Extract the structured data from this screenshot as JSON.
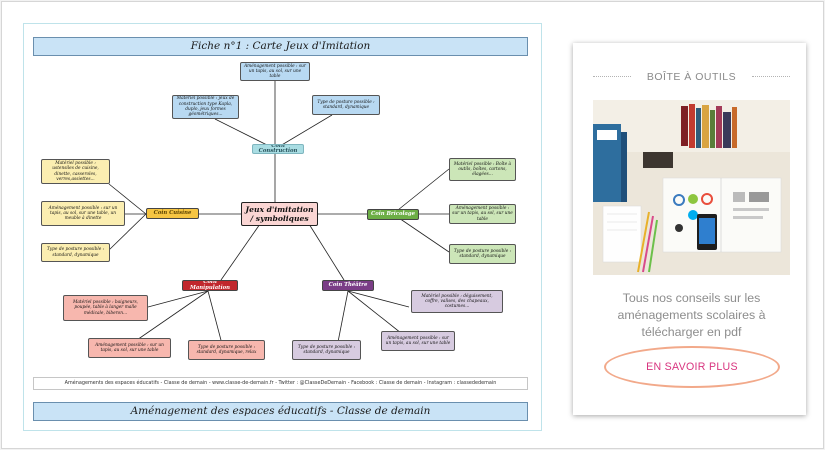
{
  "sheet": {
    "title": "Fiche n°1 : Carte Jeux d'Imitation",
    "center": "Jeux d'imitation / symboliques",
    "hubs": {
      "construction": "Coin Construction",
      "cuisine": "Coin Cuisine",
      "bricolage": "Coin Bricolage",
      "manipulation": "Coin Manipulation",
      "theatre": "Coin Théâtre"
    },
    "nodes": {
      "c1": "Aménagement possible : sur un tapis, au sol, sur une table",
      "c2": "Matériel possible : jeux de construction type Kapla, duplo, jeux formes géométriques...",
      "c3": "Type de posture possible : standard, dynamique",
      "k1": "Matériel possible : ustensiles de cuisine, dinette, casseroles, verres,assiettes...",
      "k2": "Aménagement possible : sur un tapis, au sol, sur une table, un meuble à dinette",
      "k3": "Type de posture possible : standard, dynamique",
      "b1": "Matériel possible : Boîte à outils, boîtes, cartons, élagées...",
      "b2": "Aménagement possible : sur un tapis, au sol, sur une table",
      "b3": "Type de posture possible : standard, dynamique",
      "m1": "Matériel possible : baigneurs, poupée, table à langer malle médicale, biberon...",
      "m2": "Aménagement possible : sur un tapis, au sol, sur une table",
      "m3": "Type de posture possible : standard, dynamique, relax",
      "t1": "Matériel possible : déguisement, coffre, valises, des chapeaux, costumes...",
      "t2": "Aménagement possible : sur un tapis, au sol, sur une table",
      "t3": "Type de posture possible : standard, dynamique"
    },
    "footer": "Aménagements des espaces éducatifs - Classe de demain - www.classe-de-demain.fr - Twitter : @ClasseDeDemain - Facebook : Classe de demain - Instagram : classededemain",
    "bottom_title": "Aménagement des espaces éducatifs - Classe de demain"
  },
  "colors": {
    "construction": "#a9dde3",
    "cuisine": "#f6c542",
    "bricolage": "#6cae45",
    "manipulation": "#c1272d",
    "theatre": "#7a3d86",
    "blue_box": "#b8d9f2",
    "yellow_box": "#fbeeb1",
    "green_box": "#cce6b8",
    "red_box": "#f7b7ae",
    "purple_box": "#d7cbe0"
  },
  "card": {
    "title": "BOÎTE À OUTILS",
    "description": "Tous nos conseils sur les aménagements scolaires à télécharger en pdf",
    "cta": "EN SAVOIR PLUS"
  }
}
